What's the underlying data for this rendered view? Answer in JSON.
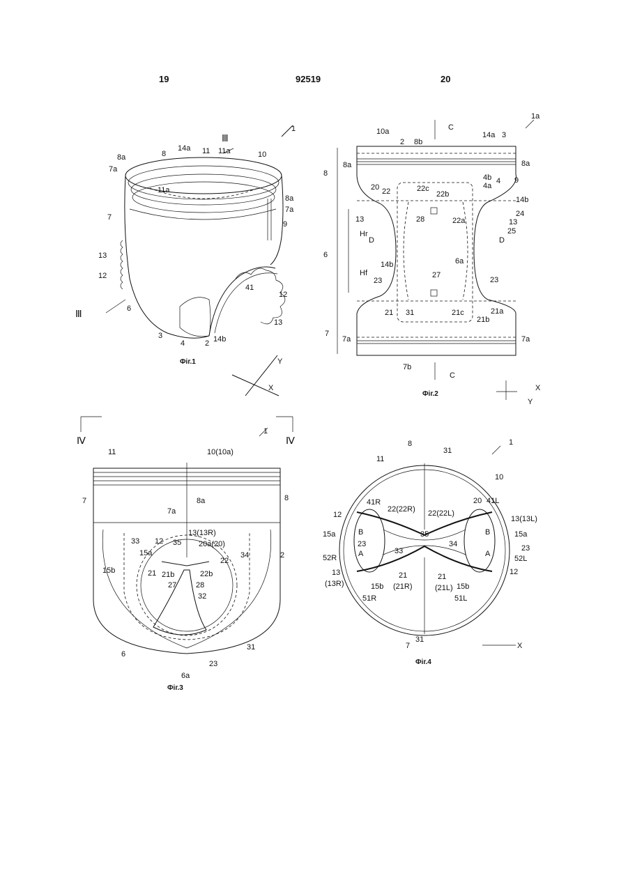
{
  "header": {
    "left_page": "19",
    "patent_number": "92519",
    "right_page": "20"
  },
  "figures": [
    {
      "id": "fig1",
      "caption": "Фіг.1",
      "labels": [
        "1",
        "8a",
        "7a",
        "8",
        "14a",
        "11",
        "11a",
        "10",
        "Ⅲ",
        "11a",
        "8a",
        "7a",
        "7",
        "9",
        "13",
        "12",
        "41",
        "12",
        "6",
        "13",
        "3",
        "4",
        "2",
        "14b",
        "Ⅲ",
        "Y",
        "X"
      ]
    },
    {
      "id": "fig2",
      "caption": "Фіг.2",
      "labels": [
        "1a",
        "10a",
        "2",
        "8b",
        "C",
        "14a",
        "3",
        "8a",
        "8a",
        "8",
        "4b",
        "4a",
        "4",
        "9",
        "14b",
        "20",
        "22",
        "22c",
        "22b",
        "24",
        "13",
        "25",
        "28",
        "22a",
        "13",
        "Hr",
        "D",
        "D",
        "6",
        "Hf",
        "6a",
        "14b",
        "27",
        "23",
        "23",
        "21a",
        "21",
        "31",
        "21c",
        "21b",
        "7",
        "7a",
        "7a",
        "7b",
        "C",
        "X",
        "Y"
      ]
    },
    {
      "id": "fig3",
      "caption": "Фіг.3",
      "labels": [
        "Ⅳ",
        "1",
        "Ⅳ",
        "11",
        "10(10a)",
        "7",
        "8",
        "8a",
        "7a",
        "13(13R)",
        "33",
        "12",
        "35",
        "20a(20)",
        "34",
        "15a",
        "22",
        "2",
        "15b",
        "21",
        "21b",
        "22b",
        "27",
        "28",
        "32",
        "31",
        "23",
        "6",
        "6a"
      ]
    },
    {
      "id": "fig4",
      "caption": "Фіг.4",
      "labels": [
        "8",
        "31",
        "1",
        "11",
        "10",
        "20",
        "41L",
        "41R",
        "12",
        "22(22R)",
        "22(22L)",
        "13(13L)",
        "15a",
        "B",
        "B",
        "15a",
        "23",
        "35",
        "23",
        "34",
        "A",
        "A",
        "33",
        "52R",
        "52L",
        "13",
        "(13R)",
        "21",
        "21",
        "12",
        "(21R)",
        "(21L)",
        "15b",
        "15b",
        "51R",
        "51L",
        "31",
        "7",
        "X"
      ]
    }
  ]
}
